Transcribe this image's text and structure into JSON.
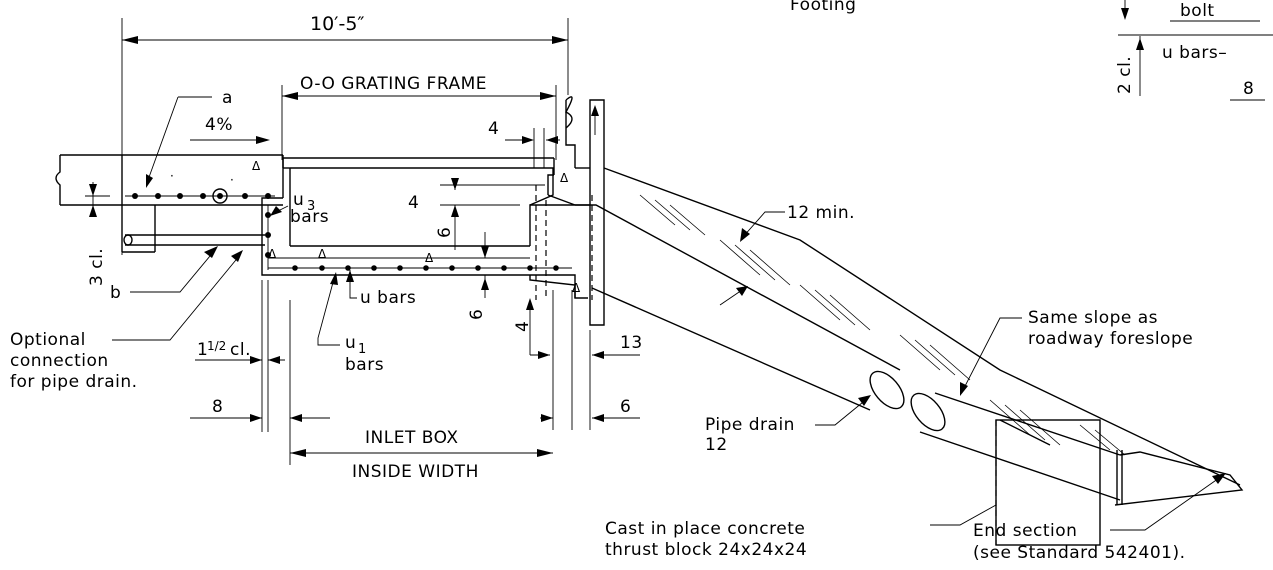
{
  "dimensions": {
    "overall": "10′-5″",
    "grating_frame": "O-O GRATING FRAME",
    "four_top": "4",
    "four_mid": "4",
    "six_a": "6",
    "six_b": "6",
    "four_low": "4",
    "thirteen": "13",
    "six_right": "6",
    "eight_left": "8",
    "eight_tr": "8",
    "three_cl": "3 cl.",
    "two_cl": "2 cl.",
    "one_half_cl_num": "1",
    "one_half_cl_frac": "1/2",
    "one_half_cl_suffix": "cl.",
    "slope": "4%",
    "twelve_min": "12 min."
  },
  "labels": {
    "footing": "Footing",
    "bolt": "bolt",
    "u_bars_tr": "u bars–",
    "a": "a",
    "b": "b",
    "u3_u": "u",
    "u3_sub": "3",
    "u3_bars": "bars",
    "u_bars": "u bars",
    "u1_u": "u",
    "u1_sub": "1",
    "u1_bars": "bars",
    "optional_1": "Optional",
    "optional_2": "connection",
    "optional_3": "for pipe drain.",
    "inlet_box": "INLET BOX",
    "inside_width": "INSIDE WIDTH",
    "pipe_drain": "Pipe drain",
    "pipe_drain_size": "12",
    "thrust_1": "Cast in place concrete",
    "thrust_2": "thrust block 24x24x24",
    "same_slope_1": "Same slope as",
    "same_slope_2": "roadway foreslope",
    "end_section_1": "End section",
    "end_section_2": "(see Standard 542401)."
  }
}
